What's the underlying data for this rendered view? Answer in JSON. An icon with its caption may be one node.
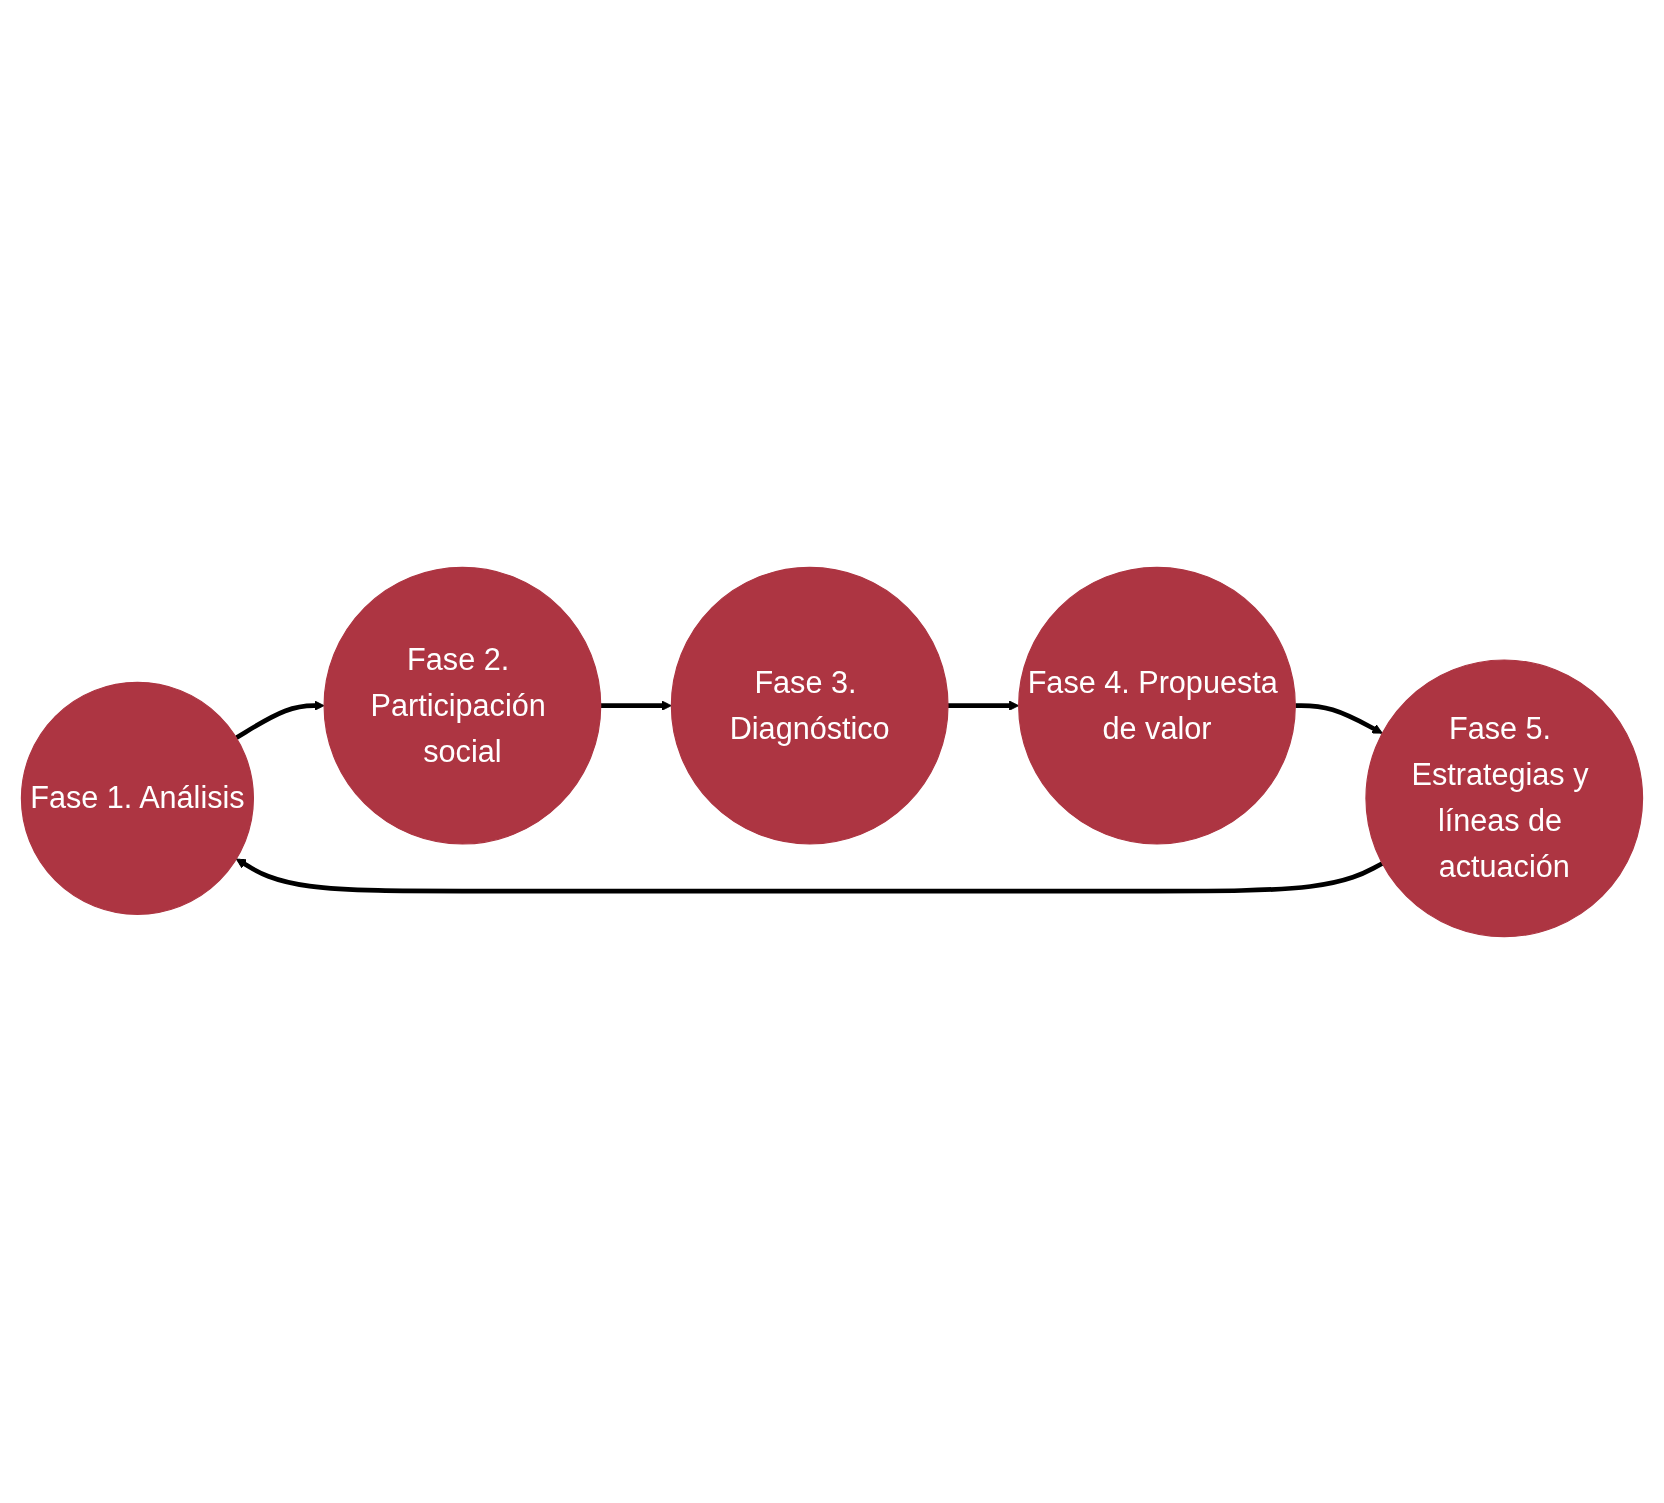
{
  "diagram": {
    "nodes": [
      {
        "text": [
          "Fase 1. Análisis"
        ]
      },
      {
        "text": [
          "Fase 2. Participación social"
        ]
      },
      {
        "text": [
          "Fase 3. Diagnóstico"
        ]
      },
      {
        "text": [
          "Fase 4. Propuesta de valor"
        ]
      },
      {
        "text": [
          "Fase 5. Estrategias y líneas de actuación"
        ]
      }
    ],
    "edges": [
      {
        "from": 0,
        "to": 1,
        "arrow": "to"
      },
      {
        "from": 1,
        "to": 2,
        "arrow": "to"
      },
      {
        "from": 2,
        "to": 3,
        "arrow": "to"
      },
      {
        "from": 3,
        "to": 4,
        "arrow": "to"
      },
      {
        "from": 4,
        "to": 0,
        "arrow": "to"
      }
    ]
  }
}
